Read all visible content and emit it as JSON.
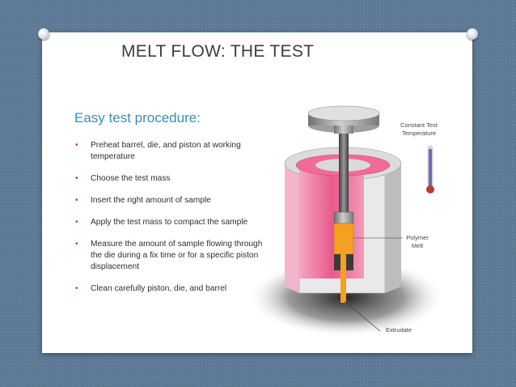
{
  "slide": {
    "title": "MELT FLOW: THE TEST",
    "subtitle": "Easy test procedure:",
    "bullets": [
      "Preheat barrel, die, and piston at working temperature",
      "Choose the test mass",
      "Insert the right amount of sample",
      "Apply the test mass to compact the sample",
      "Measure the amount of sample flowing through the die during a fix time or for a specific piston displacement",
      "Clean carefully piston, die, and barrel"
    ],
    "bullet_color": "#c0392b"
  },
  "diagram": {
    "labels": {
      "temperature": "Constant Test Temperature",
      "melt": "Polymer Melt",
      "extrudate": "Extrudate"
    },
    "colors": {
      "barrel_pink": "#e85a8c",
      "melt_orange": "#f4a020",
      "thermometer_red": "#c0392b"
    },
    "icons": [
      "thermometer-icon"
    ]
  }
}
